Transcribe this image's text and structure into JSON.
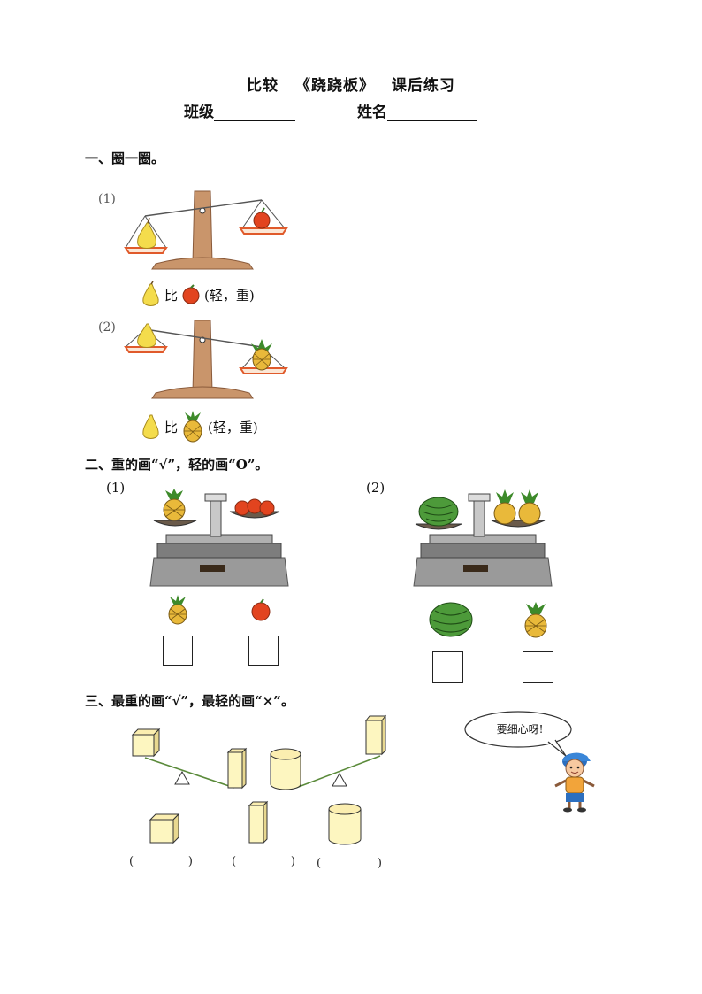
{
  "header": {
    "title_a": "比较",
    "title_b": "《跷跷板》",
    "title_c": "课后练习",
    "class_label": "班级",
    "name_label": "姓名"
  },
  "section1": {
    "heading": "一、圈一圈。",
    "q1": {
      "num": "(1)",
      "compare_word": "比",
      "choices": "(轻，重)"
    },
    "q2": {
      "num": "(2)",
      "compare_word": "比",
      "choices": "(轻，重)"
    }
  },
  "section2": {
    "heading": "二、重的画“√”，轻的画“O”。",
    "q1_num": "(1)",
    "q2_num": "(2)"
  },
  "section3": {
    "heading": "三、最重的画“√”，最轻的画“×”。",
    "bubble": "要细心呀!",
    "paren_open": "(",
    "paren_close": ")"
  },
  "colors": {
    "scale_wood": "#c9956b",
    "pan_fill": "#fbe7d6",
    "pan_edge": "#e05a2b",
    "pear": "#f4dc4c",
    "apple": "#e2441f",
    "pineapple": "#e9b93a",
    "watermelon": "#4d9a3a",
    "cube": "#fdf6c0",
    "balance_gray": "#7d7d7d"
  }
}
